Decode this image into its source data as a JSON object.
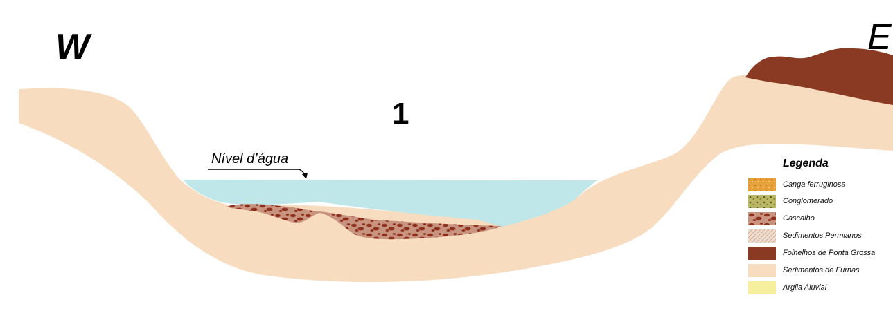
{
  "directions": {
    "west": "W",
    "east": "E"
  },
  "section_number": "1",
  "water_level_label": "Nível d’água",
  "colors": {
    "furnas": "#f7dcc0",
    "water": "#bfe6e8",
    "cascalho": "#a0523d",
    "ponta_grossa": "#8a3a22"
  },
  "legend": {
    "title": "Legenda",
    "items": [
      {
        "label": "Canga ferruginosa",
        "color": "#e09a2c",
        "pattern": "canga"
      },
      {
        "label": "Conglomerado",
        "color": "#b4b25c",
        "pattern": "conglomerado"
      },
      {
        "label": "Cascalho",
        "color": "#b26d57",
        "pattern": "cascalho"
      },
      {
        "label": "Sedimentos Permianos",
        "color": "#ead1bf",
        "pattern": "permianos"
      },
      {
        "label": "Folhelhos de Ponta Grossa",
        "color": "#8a3a22",
        "pattern": "solid"
      },
      {
        "label": "Sedimentos de Furnas",
        "color": "#f7dcc0",
        "pattern": "solid"
      },
      {
        "label": "Argila Aluvial",
        "color": "#f6ef9e",
        "pattern": "solid"
      }
    ]
  }
}
